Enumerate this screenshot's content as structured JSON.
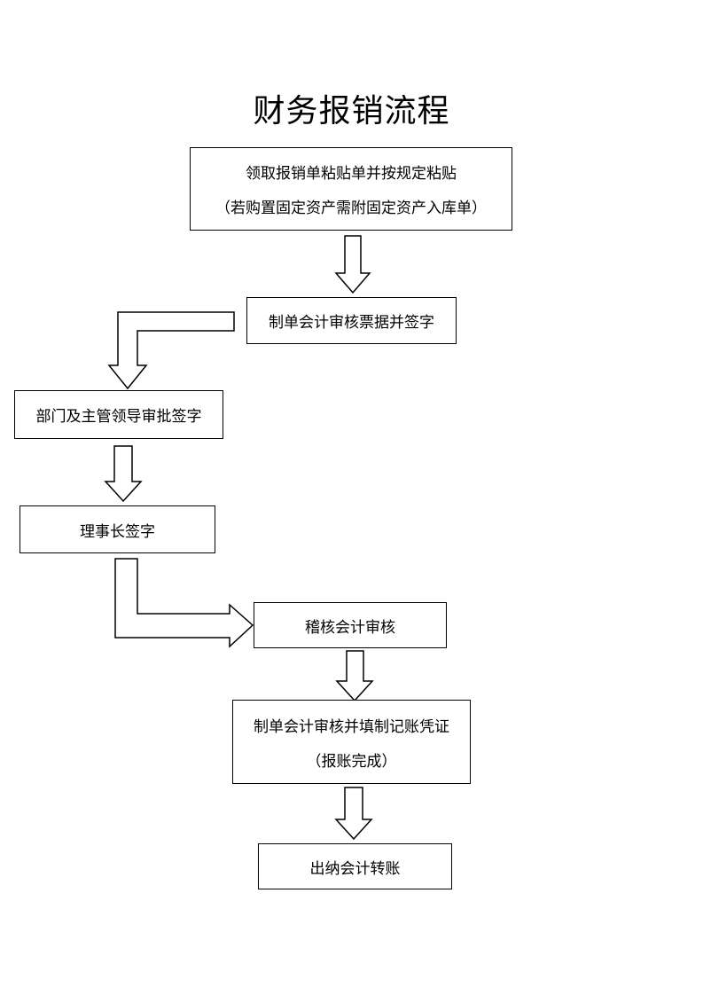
{
  "title": "财务报销流程",
  "steps": [
    {
      "id": "step1",
      "line1": "领取报销单粘贴单并按规定粘贴",
      "line2": "（若购置固定资产需附固定资产入库单）"
    },
    {
      "id": "step2",
      "line1": "制单会计审核票据并签字"
    },
    {
      "id": "step3",
      "line1": "部门及主管领导审批签字"
    },
    {
      "id": "step4",
      "line1": "理事长签字"
    },
    {
      "id": "step5",
      "line1": "稽核会计审核"
    },
    {
      "id": "step6",
      "line1": "制单会计审核并填制记账凭证",
      "line2": "（报账完成）"
    },
    {
      "id": "step7",
      "line1": "出纳会计转账"
    }
  ]
}
